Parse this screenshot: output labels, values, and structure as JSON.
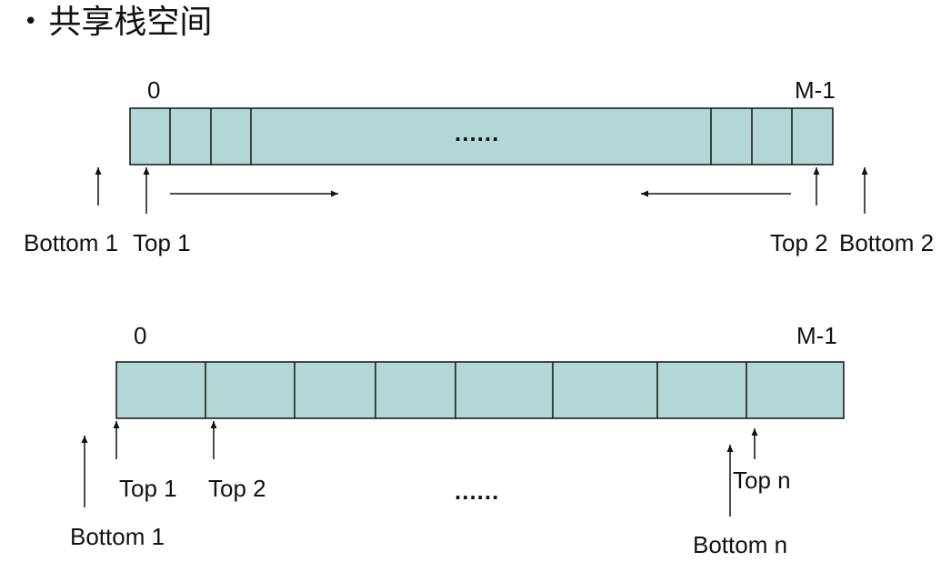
{
  "slide": {
    "bullet": "•",
    "title": "共享栈空间"
  },
  "diagram1": {
    "index_start": "0",
    "index_end": "M-1",
    "ellipsis": "......",
    "labels": {
      "bottom1": "Bottom 1",
      "top1": "Top 1",
      "top2": "Top 2",
      "bottom2": "Bottom 2"
    }
  },
  "diagram2": {
    "index_start": "0",
    "index_end": "M-1",
    "ellipsis": "......",
    "labels": {
      "top1": "Top 1",
      "top2": "Top 2",
      "bottom1": "Bottom 1",
      "topn": "Top n",
      "bottomn": "Bottom n"
    }
  },
  "colors": {
    "cell_fill": "#b3d7d6",
    "stroke": "#111111"
  }
}
